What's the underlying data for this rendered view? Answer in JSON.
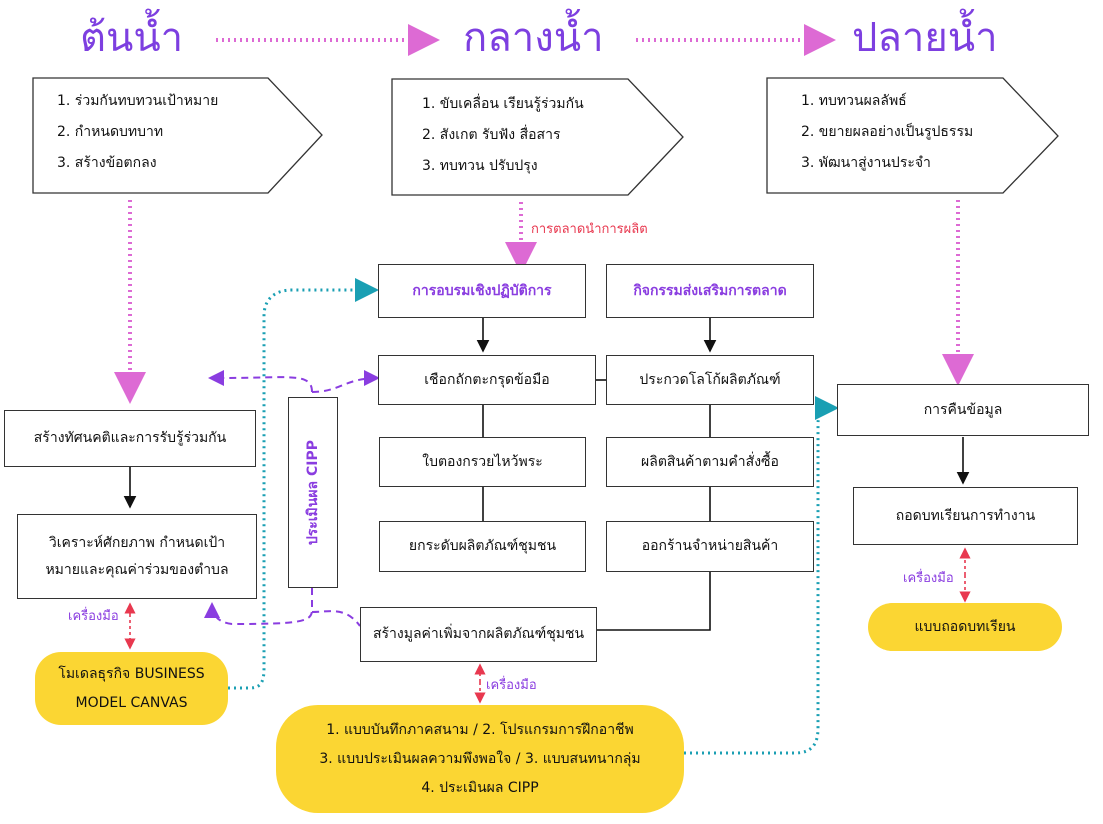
{
  "headers": {
    "upstream": "ต้นน้ำ",
    "midstream": "กลางน้ำ",
    "downstream": "ปลายน้ำ"
  },
  "upstream_steps": [
    "1. ร่วมกันทบทวนเป้าหมาย",
    "2. กำหนดบทบาท",
    "3. สร้างข้อตกลง"
  ],
  "midstream_steps": [
    "1. ขับเคลื่อน เรียนรู้ร่วมกัน",
    "2. สังเกต รับฟัง สื่อสาร",
    "3. ทบทวน ปรับปรุง"
  ],
  "downstream_steps": [
    "1. ทบทวนผลลัพธ์",
    "2. ขยายผลอย่างเป็นรูปธรรม",
    "3. พัฒนาสู่งานประจำ"
  ],
  "left": {
    "attitude": "สร้างทัศนคติและการรับรู้ร่วมกัน",
    "analyze_line1": "วิเคราะห์ศักยภาพ กำหนดเป้า",
    "analyze_line2": "หมายและคุณค่าร่วมของตำบล",
    "tool_label": "เครื่องมือ",
    "canvas_line1": "โมเดลธุรกิจ BUSINESS",
    "canvas_line2": "MODEL CANVAS"
  },
  "cipp_label": "ประเมินผล CIPP",
  "marketing_lead_label": "การตลาดนำการผลิต",
  "training": {
    "header": "การอบรมเชิงปฏิบัติการ",
    "items": [
      "เชือกถักตะกรุดข้อมือ",
      "ใบตองกรวยไหว้พระ",
      "ยกระดับผลิตภัณฑ์ชุมชน"
    ]
  },
  "marketing": {
    "header": "กิจกรรมส่งเสริมการตลาด",
    "items": [
      "ประกวดโลโก้ผลิตภัณฑ์",
      "ผลิตสินค้าตามคำสั่งซื้อ",
      "ออกร้านจำหน่ายสินค้า"
    ]
  },
  "value_add": "สร้างมูลค่าเพิ่มจากผลิตภัณฑ์ชุมชน",
  "mid_tool_label": "เครื่องมือ",
  "mid_tools": [
    "1. แบบบันทึกภาคสนาม / 2. โปรแกรมการฝึกอาชีพ",
    "3. แบบประเมินผลความพึงพอใจ / 3. แบบสนทนากลุ่ม",
    "4. ประเมินผล CIPP"
  ],
  "right": {
    "feedback": "การคืนข้อมูล",
    "lesson": "ถอดบทเรียนการทำงาน",
    "tool_label": "เครื่องมือ",
    "lesson_form": "แบบถอดบทเรียน"
  },
  "colors": {
    "title": "#7d3fe0",
    "pink_flow": "#dd6ad4",
    "teal_flow": "#1a9fb3",
    "purple_flow": "#8a3de0",
    "tool_red": "#e8384f",
    "pill": "#fbd633"
  }
}
